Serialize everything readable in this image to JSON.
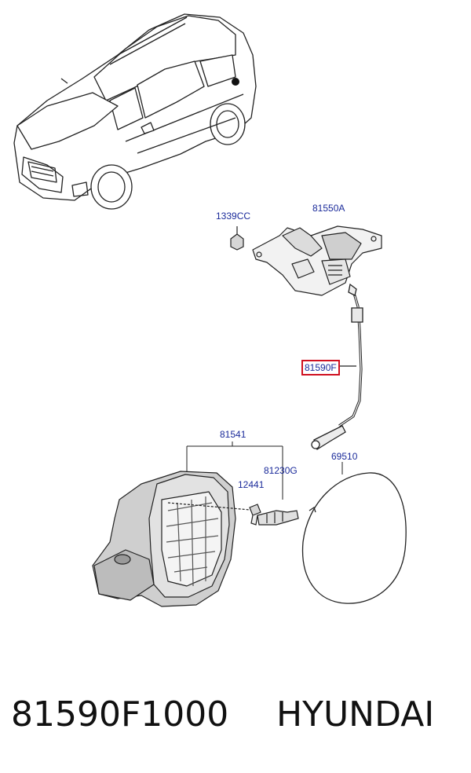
{
  "callouts": {
    "nut": "1339CC",
    "actuator": "81550A",
    "cable": "81590F",
    "housing": "81541",
    "bumper": "81230G",
    "screw": "12441",
    "door": "69510"
  },
  "caption": {
    "part_number": "81590F1000",
    "brand": "HYUNDAI"
  },
  "colors": {
    "callout_text": "#1a2a9a",
    "highlight_border": "#d01020",
    "line_art": "#222222",
    "shading": "#bdbdbd"
  }
}
